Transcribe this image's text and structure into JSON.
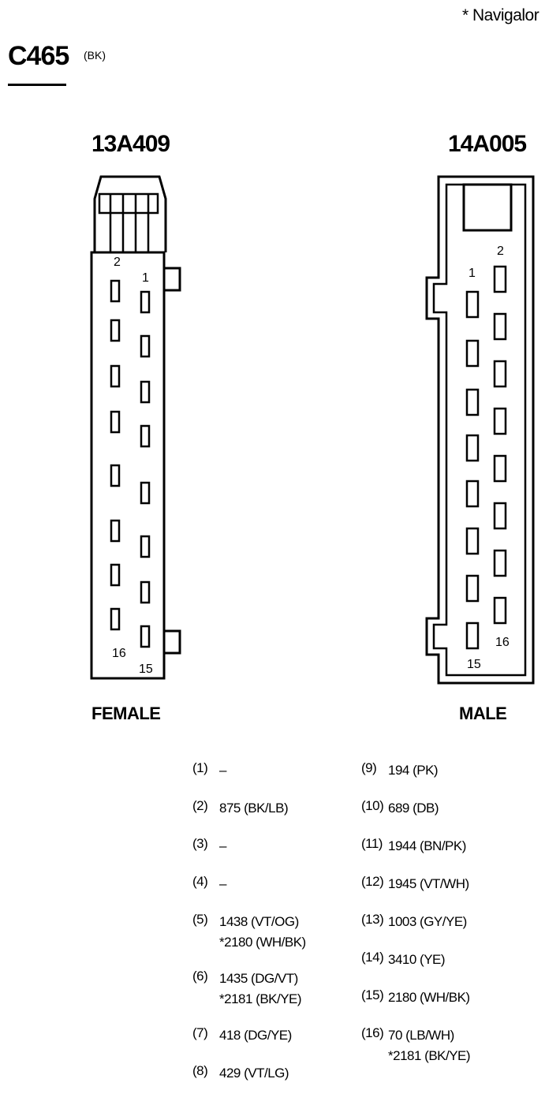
{
  "note": "*  Navigalor",
  "connector": {
    "id": "C465",
    "color_code": "(BK)"
  },
  "female": {
    "part_number": "13A409",
    "label": "FEMALE",
    "pin_first_top": "2",
    "pin_second_top": "1",
    "pin_first_bottom": "16",
    "pin_second_bottom": "15"
  },
  "male": {
    "part_number": "14A005",
    "label": "MALE",
    "pin_first_top": "1",
    "pin_second_top": "2",
    "pin_first_bottom": "15",
    "pin_second_bottom": "16"
  },
  "pinout": {
    "left": [
      {
        "pin": "(1)",
        "lines": [
          "–"
        ]
      },
      {
        "pin": "(2)",
        "lines": [
          "875 (BK/LB)"
        ]
      },
      {
        "pin": "(3)",
        "lines": [
          "–"
        ]
      },
      {
        "pin": "(4)",
        "lines": [
          "–"
        ]
      },
      {
        "pin": "(5)",
        "lines": [
          "1438 (VT/OG)",
          "*2180 (WH/BK)"
        ]
      },
      {
        "pin": "(6)",
        "lines": [
          "1435 (DG/VT)",
          "*2181 (BK/YE)"
        ]
      },
      {
        "pin": "(7)",
        "lines": [
          "418 (DG/YE)"
        ]
      },
      {
        "pin": "(8)",
        "lines": [
          "429 (VT/LG)"
        ]
      }
    ],
    "right": [
      {
        "pin": "(9)",
        "lines": [
          "194 (PK)"
        ]
      },
      {
        "pin": "(10)",
        "lines": [
          "689 (DB)"
        ]
      },
      {
        "pin": "(11)",
        "lines": [
          "1944 (BN/PK)"
        ]
      },
      {
        "pin": "(12)",
        "lines": [
          "1945 (VT/WH)"
        ]
      },
      {
        "pin": "(13)",
        "lines": [
          "1003 (GY/YE)"
        ]
      },
      {
        "pin": "(14)",
        "lines": [
          "3410 (YE)"
        ]
      },
      {
        "pin": "(15)",
        "lines": [
          "2180 (WH/BK)"
        ]
      },
      {
        "pin": "(16)",
        "lines": [
          "70 (LB/WH)",
          "*2181 (BK/YE)"
        ]
      }
    ]
  }
}
